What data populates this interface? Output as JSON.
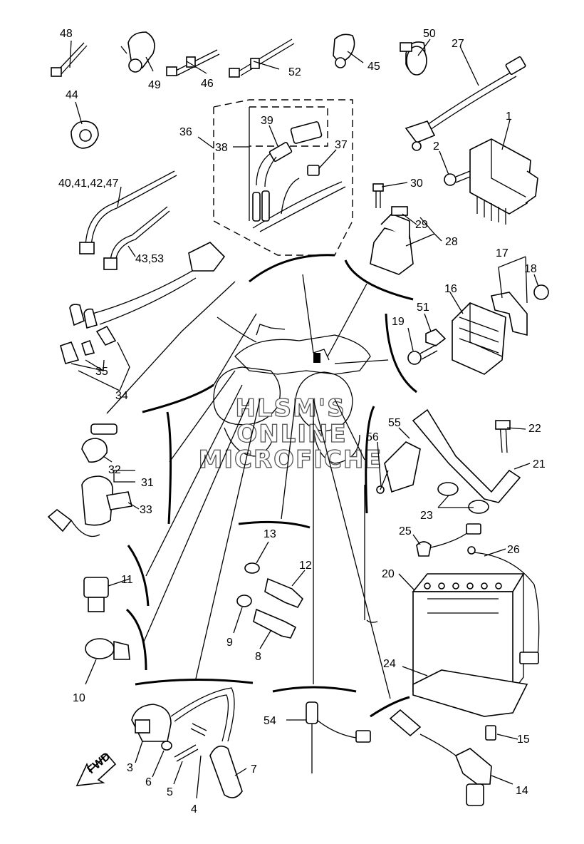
{
  "watermark": {
    "line1": "HLSM'S",
    "line2": "ONLINE",
    "line3": "MICROFICHE"
  },
  "fwd_label": "FWD",
  "callouts": {
    "c48": "48",
    "c49": "49",
    "c46": "46",
    "c52": "52",
    "c45": "45",
    "c50": "50",
    "c27": "27",
    "c44": "44",
    "c36": "36",
    "c38": "38",
    "c39": "39",
    "c37": "37",
    "c1": "1",
    "c2": "2",
    "c404142": "40,41,42,47",
    "c4353": "43,53",
    "c30": "30",
    "c29": "29",
    "c28": "28",
    "c17": "17",
    "c18": "18",
    "c16": "16",
    "c51": "51",
    "c19": "19",
    "c35": "35",
    "c34": "34",
    "c32": "32",
    "c31": "31",
    "c33": "33",
    "c55": "55",
    "c56": "56",
    "c22": "22",
    "c21": "21",
    "c23": "23",
    "c13": "13",
    "c12": "12",
    "c11": "11",
    "c9": "9",
    "c8": "8",
    "c25": "25",
    "c26": "26",
    "c20": "20",
    "c10": "10",
    "c24": "24",
    "c54": "54",
    "c15": "15",
    "c3": "3",
    "c6": "6",
    "c5": "5",
    "c7": "7",
    "c4": "4",
    "c14": "14"
  }
}
